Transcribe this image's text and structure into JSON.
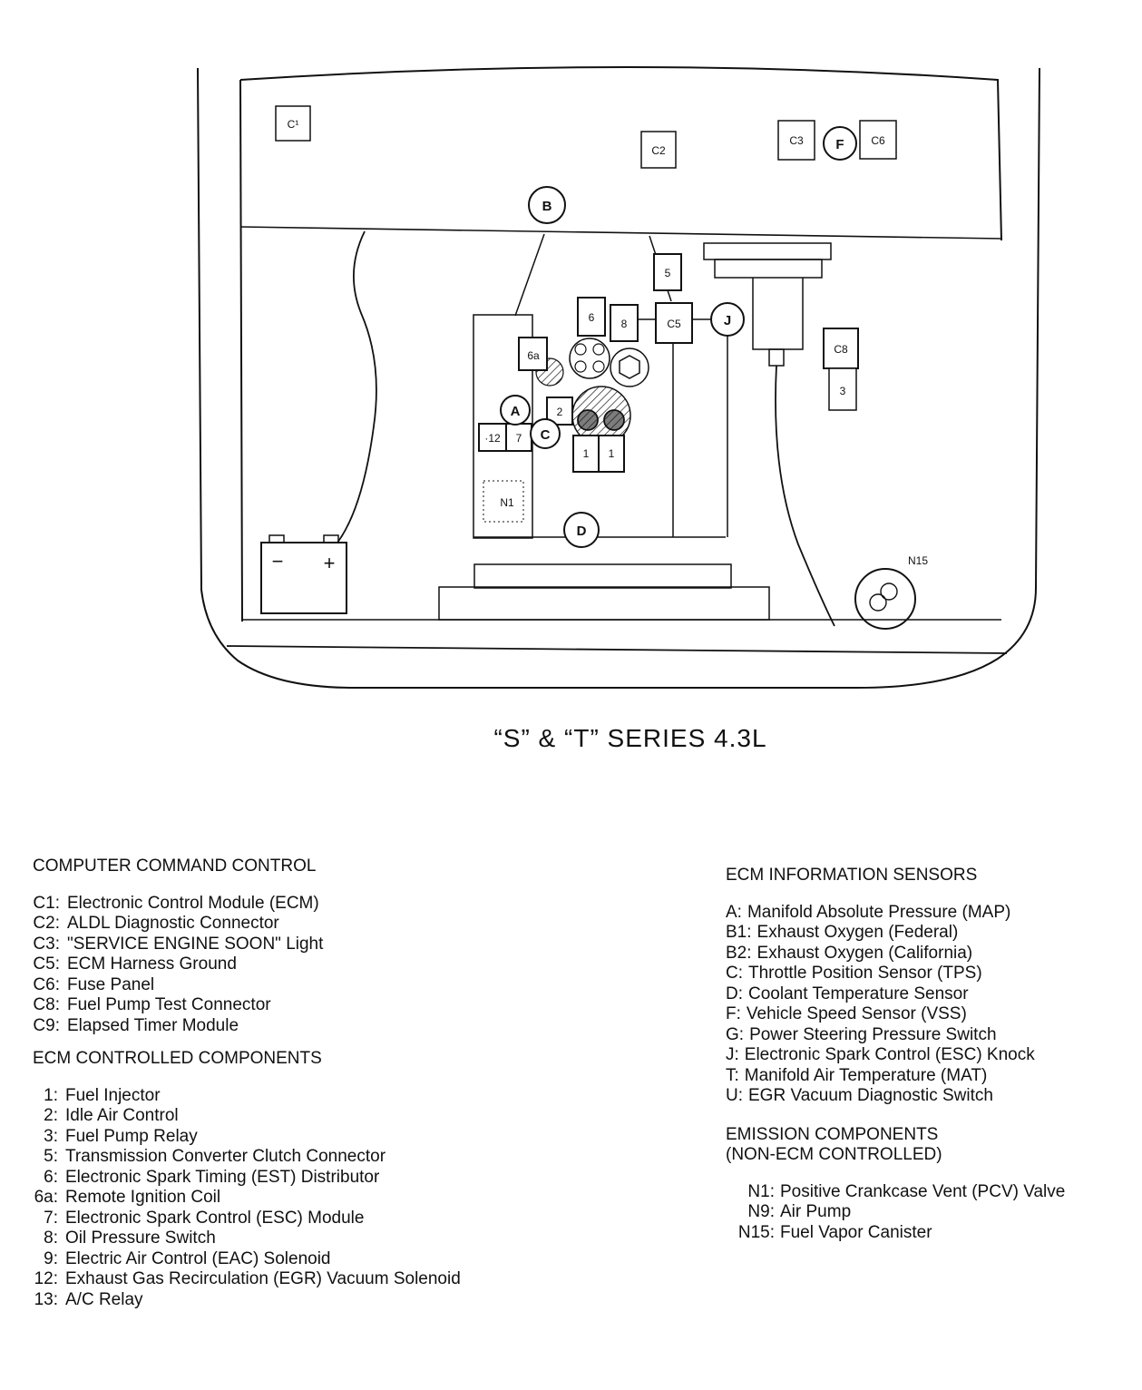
{
  "diagram": {
    "title": "“S” & “T” SERIES 4.3L",
    "circle_labels": {
      "A": "A",
      "B": "B",
      "C": "C",
      "D": "D",
      "F": "F",
      "J": "J"
    },
    "box_labels": {
      "c1": "C¹",
      "c2": "C2",
      "c3": "C3",
      "c6": "C6",
      "c5": "C5",
      "c8": "C8",
      "r5": "5",
      "r6": "6",
      "r8": "8",
      "r6a": "6a",
      "r2": "2",
      "r12": "·12",
      "r7": "7",
      "r1a": "1",
      "r1b": "1",
      "r3": "3",
      "n1": "N1",
      "n15": "N15"
    },
    "battery": {
      "minus": "−",
      "plus": "+"
    }
  },
  "legend": {
    "ccc": {
      "heading": "COMPUTER COMMAND CONTROL",
      "items": [
        {
          "key": "C1:",
          "text": "Electronic Control Module (ECM)"
        },
        {
          "key": "C2:",
          "text": "ALDL Diagnostic Connector"
        },
        {
          "key": "C3:",
          "text": "\"SERVICE ENGINE SOON\" Light"
        },
        {
          "key": "C5:",
          "text": "ECM Harness Ground"
        },
        {
          "key": "C6:",
          "text": "Fuse Panel"
        },
        {
          "key": "C8:",
          "text": "Fuel Pump Test Connector"
        },
        {
          "key": "C9:",
          "text": "Elapsed Timer Module"
        }
      ]
    },
    "ecm_controlled": {
      "heading": "ECM CONTROLLED COMPONENTS",
      "items": [
        {
          "key": "1:",
          "text": "Fuel Injector"
        },
        {
          "key": "2:",
          "text": "Idle Air Control"
        },
        {
          "key": "3:",
          "text": "Fuel Pump Relay"
        },
        {
          "key": "5:",
          "text": "Transmission Converter Clutch Connector"
        },
        {
          "key": "6:",
          "text": "Electronic Spark Timing (EST) Distributor"
        },
        {
          "key": "6a:",
          "text": "Remote Ignition Coil"
        },
        {
          "key": "7:",
          "text": "Electronic Spark Control (ESC) Module"
        },
        {
          "key": "8:",
          "text": "Oil Pressure Switch"
        },
        {
          "key": "9:",
          "text": "Electric Air Control (EAC) Solenoid"
        },
        {
          "key": "12:",
          "text": "Exhaust Gas Recirculation (EGR) Vacuum Solenoid"
        },
        {
          "key": "13:",
          "text": "A/C Relay"
        }
      ]
    },
    "sensors": {
      "heading": "ECM INFORMATION SENSORS",
      "items": [
        {
          "key": "A:",
          "text": "Manifold Absolute Pressure (MAP)"
        },
        {
          "key": "B1:",
          "text": "Exhaust Oxygen (Federal)"
        },
        {
          "key": "B2:",
          "text": "Exhaust Oxygen (California)"
        },
        {
          "key": "C:",
          "text": "Throttle Position Sensor (TPS)"
        },
        {
          "key": "D:",
          "text": "Coolant Temperature Sensor"
        },
        {
          "key": "F:",
          "text": "Vehicle Speed Sensor (VSS)"
        },
        {
          "key": "G:",
          "text": "Power Steering Pressure Switch"
        },
        {
          "key": "J:",
          "text": "Electronic Spark Control (ESC) Knock"
        },
        {
          "key": "T:",
          "text": "Manifold Air Temperature (MAT)"
        },
        {
          "key": "U:",
          "text": "EGR Vacuum Diagnostic Switch"
        }
      ]
    },
    "emission": {
      "heading_line1": "EMISSION COMPONENTS",
      "heading_line2": "(NON-ECM CONTROLLED)",
      "items": [
        {
          "key": "N1:",
          "text": "Positive Crankcase Vent (PCV) Valve"
        },
        {
          "key": "N9:",
          "text": "Air Pump"
        },
        {
          "key": "N15:",
          "text": "Fuel Vapor Canister"
        }
      ]
    }
  }
}
